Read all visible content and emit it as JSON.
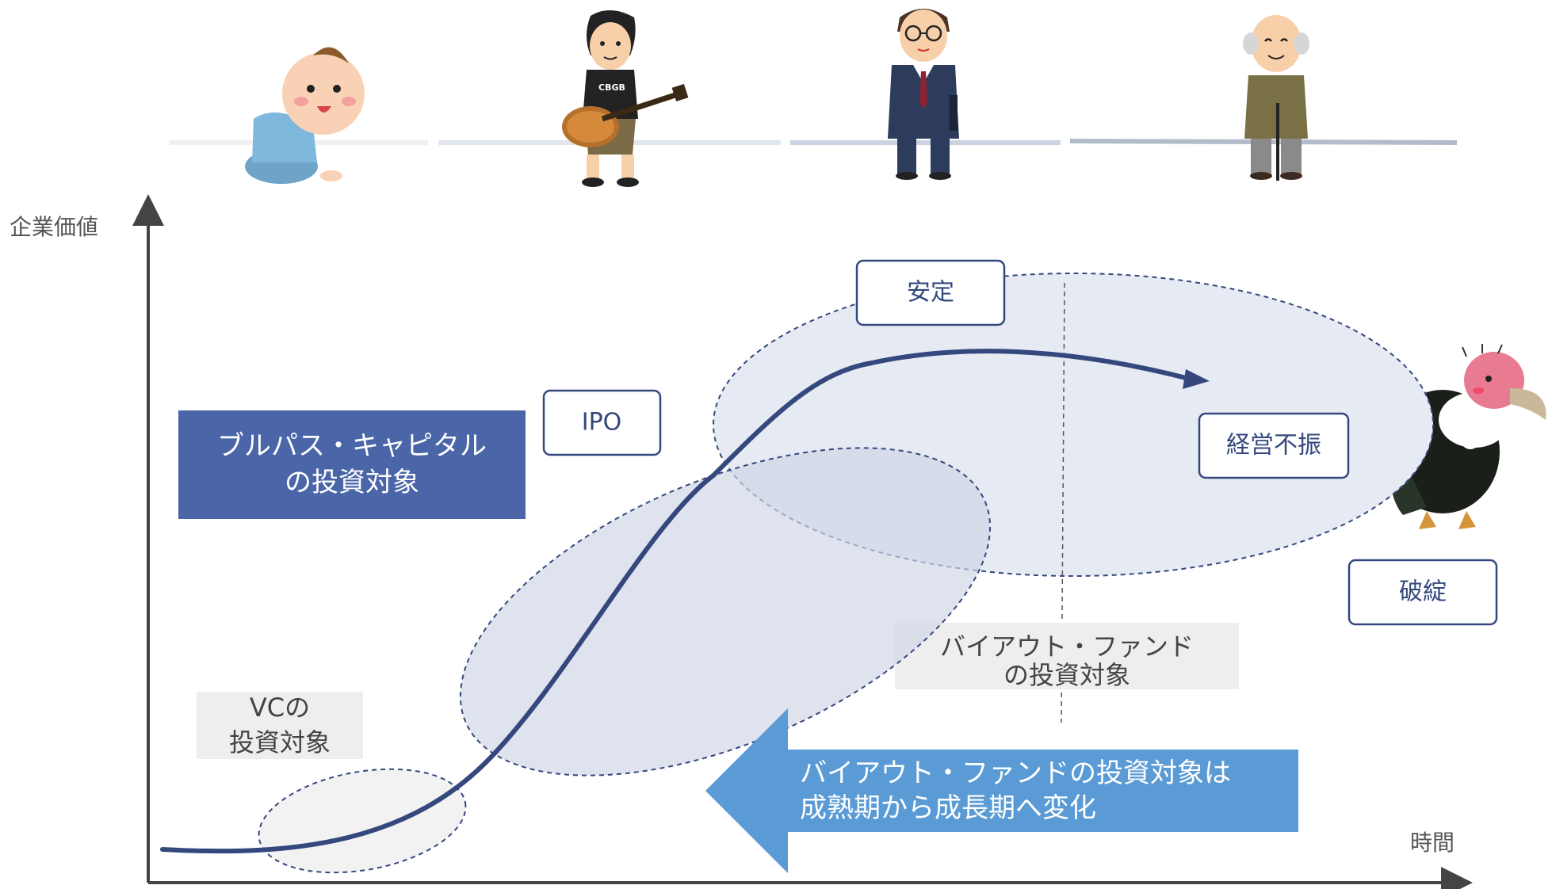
{
  "axes": {
    "y_label": "企業価値",
    "x_label": "時間"
  },
  "stages": [
    {
      "name": "baby"
    },
    {
      "name": "young-guitarist"
    },
    {
      "name": "businessman"
    },
    {
      "name": "elderly-man"
    }
  ],
  "labels": {
    "ipo": "IPO",
    "stable": "安定",
    "decline": "経営不振",
    "bankruptcy": "破綻"
  },
  "boxes": {
    "bullpath_line1": "ブルパス・キャピタル",
    "bullpath_line2": "の投資対象",
    "vc_line1": "VCの",
    "vc_line2": "投資対象",
    "buyout_line1": "バイアウト・ファンド",
    "buyout_line2": "の投資対象"
  },
  "arrow": {
    "line1": "バイアウト・ファンドの投資対象は",
    "line2": "成熟期から成長期へ変化"
  },
  "colors": {
    "curve": "#34487e",
    "bullpath_box": "#4a65a8",
    "arrow": "#5b9bd5",
    "ellipse_border": "#34487e",
    "label_border": "#34487e",
    "gray_box": "#eeeeee"
  }
}
